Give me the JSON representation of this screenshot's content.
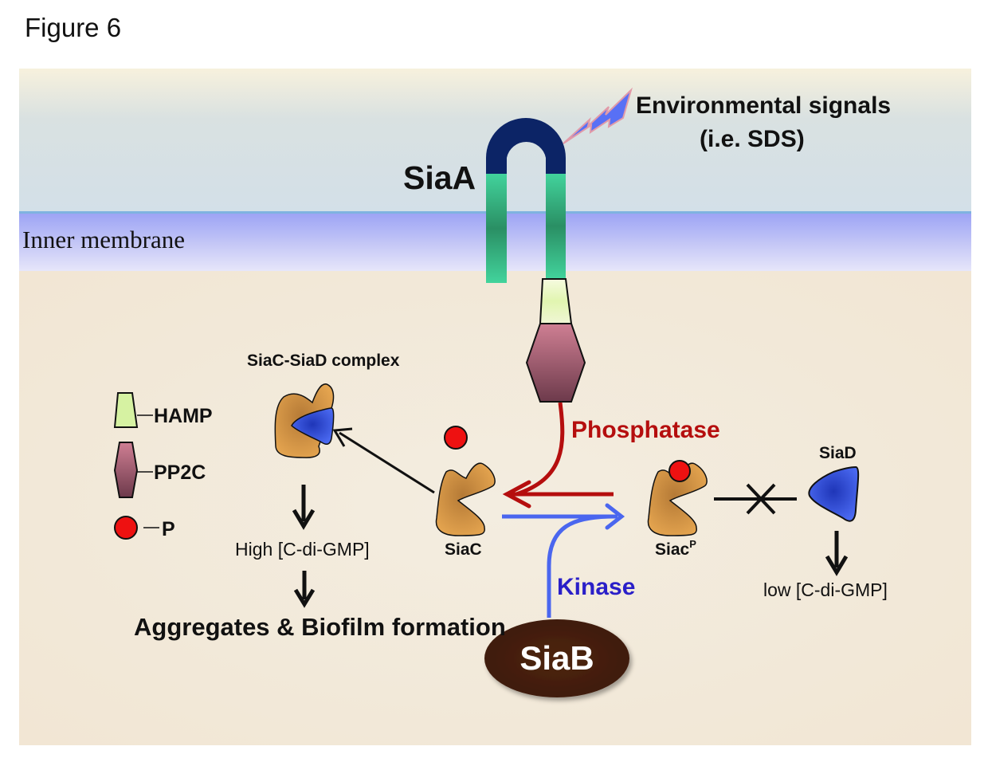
{
  "figure_title": "Figure 6",
  "regions": {
    "periplasm": "",
    "membrane_label": "Inner membrane",
    "cytoplasm": ""
  },
  "proteins": {
    "siaA": "SiaA",
    "siaB": "SiaB",
    "siaC": "SiaC",
    "siaC_phospho": "Siac",
    "siaC_phospho_sup": "P",
    "siaD": "SiaD",
    "complex": "SiaC-SiaD complex"
  },
  "signal": {
    "line1": "Environmental signals",
    "line2": "(i.e. SDS)"
  },
  "reactions": {
    "phosphatase": "Phosphatase",
    "kinase": "Kinase"
  },
  "outcomes": {
    "high": "High [C-di-GMP]",
    "biofilm": "Aggregates & Biofilm formation",
    "low": "low [C-di-GMP]"
  },
  "legend": [
    {
      "shape": "trapezoid",
      "label": "HAMP"
    },
    {
      "shape": "hexagon",
      "label": "PP2C"
    },
    {
      "shape": "circle",
      "label": "P"
    }
  ],
  "colors": {
    "phosphatase": "#b50e0e",
    "kinase": "#4a66ef",
    "kinase_text": "#2a1fc8",
    "siaB": "#4a200f",
    "siaA_loop": "#0c2466",
    "tm_green": "#3fcc95",
    "protein_orange": "#d99440",
    "siaD_blue": "#2d4ede",
    "phosphate": "#ee1111"
  }
}
